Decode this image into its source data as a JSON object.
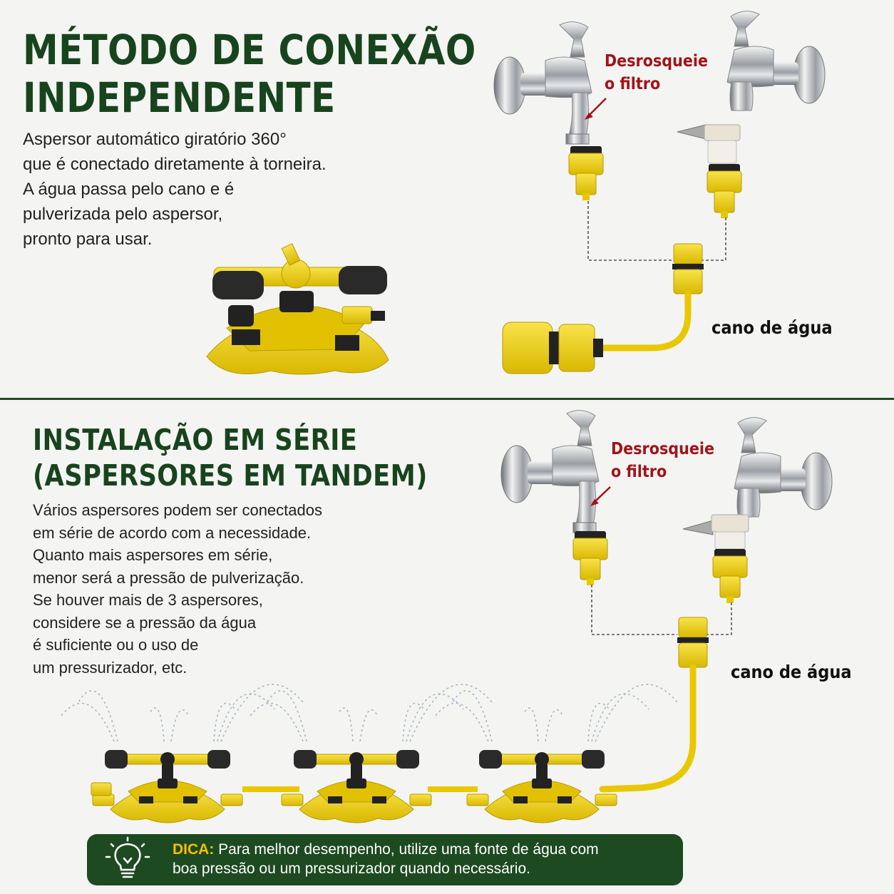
{
  "section1": {
    "title_line1": "MÉTODO DE CONEXÃO",
    "title_line2": "INDEPENDENTE",
    "desc": [
      "Aspersor automático giratório 360°",
      "que é conectado diretamente à torneira.",
      "A água passa pelo cano e é",
      "pulverizada pelo aspersor,",
      "pronto para usar."
    ],
    "callout_line1": "Desrosqueie",
    "callout_line2": "o filtro",
    "pipe_label": "cano de água"
  },
  "section2": {
    "title_line1": "INSTALAÇÃO EM SÉRIE",
    "title_line2": "(ASPERSORES EM TANDEM)",
    "desc": [
      "Vários aspersores podem ser conectados",
      "em série de acordo com a necessidade.",
      "Quanto mais aspersores em série,",
      "menor será a pressão de pulverização.",
      "Se houver mais de 3 aspersores,",
      "considere se a pressão da água",
      "é suficiente ou o uso de",
      "um pressurizador, etc."
    ],
    "callout_line1": "Desrosqueie",
    "callout_line2": "o filtro",
    "pipe_label": "cano de água"
  },
  "tip": {
    "label": "DICA:",
    "line1": " Para melhor desempenho, utilize uma fonte de água com",
    "line2": "boa pressão ou um pressurizador quando necessário."
  },
  "colors": {
    "title_green": "#17441d",
    "callout_red": "#a0141a",
    "sprinkler_yellow": "#f2d21b",
    "tip_bg": "#1d4a20",
    "tip_label": "#f5c000"
  },
  "icons": [
    "faucet-icon",
    "sprinkler-icon",
    "lightbulb-icon",
    "arrow-icon"
  ]
}
